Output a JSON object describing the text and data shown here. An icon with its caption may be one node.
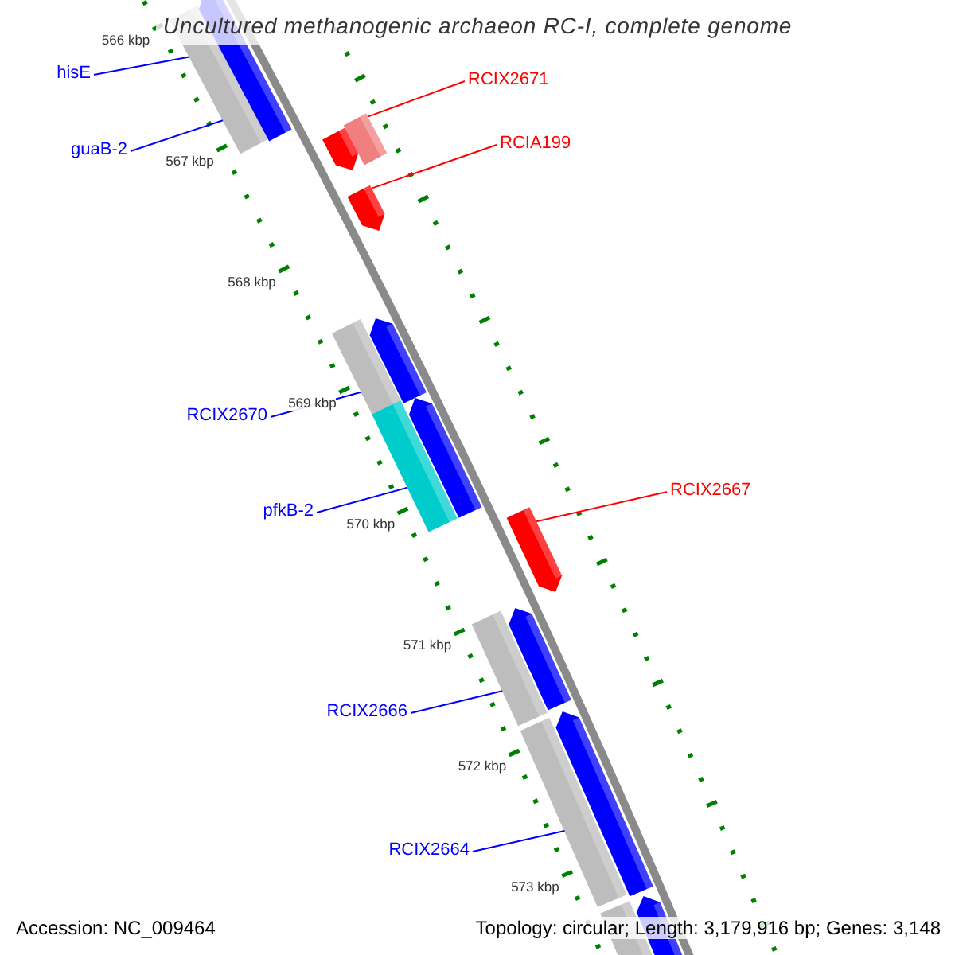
{
  "diagram": {
    "title": "Uncultured methanogenic archaeon RC-I, complete genome",
    "nodes": [
      {
        "text": [
          "hisE"
        ]
      },
      {
        "text": [
          "RCIX2671"
        ]
      },
      {
        "text": [
          "RCIA199"
        ]
      },
      {
        "text": [
          "guaB-2"
        ]
      },
      {
        "text": [
          "RCIX2670"
        ]
      },
      {
        "text": [
          "RCIX2667"
        ]
      },
      {
        "text": [
          "pfkB-2"
        ]
      },
      {
        "text": [
          "RCIX2666"
        ]
      },
      {
        "text": [
          "RCIX2664"
        ]
      },
      {
        "text": [],
        "shape": "bar"
      },
      {
        "text": [],
        "shape": "bar"
      },
      {
        "text": [],
        "shape": "bar"
      },
      {
        "text": [],
        "shape": "bar"
      },
      {
        "text": [],
        "shape": "bar"
      },
      {
        "text": [],
        "shape": "bar"
      },
      {
        "text": [],
        "shape": "bar"
      },
      {
        "text": [],
        "shape": "bar"
      },
      {
        "text": [],
        "shape": "bar"
      },
      {
        "text": [],
        "shape": "bar"
      },
      {
        "text": [],
        "shape": "bar"
      },
      {
        "text": [],
        "shape": "bar"
      },
      {
        "text": [],
        "shape": "bar"
      },
      {
        "text": [],
        "shape": "bar"
      },
      {
        "text": [],
        "shape": "bar"
      },
      {
        "text": [],
        "shape": "bar"
      }
    ],
    "edges": [
      {
        "from": 0,
        "to": 9,
        "arrow": "none"
      },
      {
        "from": 1,
        "to": 12,
        "arrow": "none",
        "color": "#ff0000"
      },
      {
        "from": 2,
        "to": 13,
        "arrow": "none",
        "color": "#ff0000"
      },
      {
        "from": 3,
        "to": 9,
        "arrow": "none"
      },
      {
        "from": 4,
        "to": 14,
        "arrow": "none"
      },
      {
        "from": 5,
        "to": 18,
        "arrow": "none",
        "color": "#ff0000"
      },
      {
        "from": 6,
        "to": 16,
        "arrow": "none"
      },
      {
        "from": 7,
        "to": 19,
        "arrow": "none"
      },
      {
        "from": 8,
        "to": 21,
        "arrow": "none"
      }
    ],
    "labels": [
      "566 kbp",
      "567 kbp",
      "568 kbp",
      "569 kbp",
      "570 kbp",
      "571 kbp",
      "572 kbp",
      "573 kbp",
      "Accession: NC_009464",
      "Topology: circular; Length: 3,179,916 bp; Genes: 3,148"
    ]
  }
}
